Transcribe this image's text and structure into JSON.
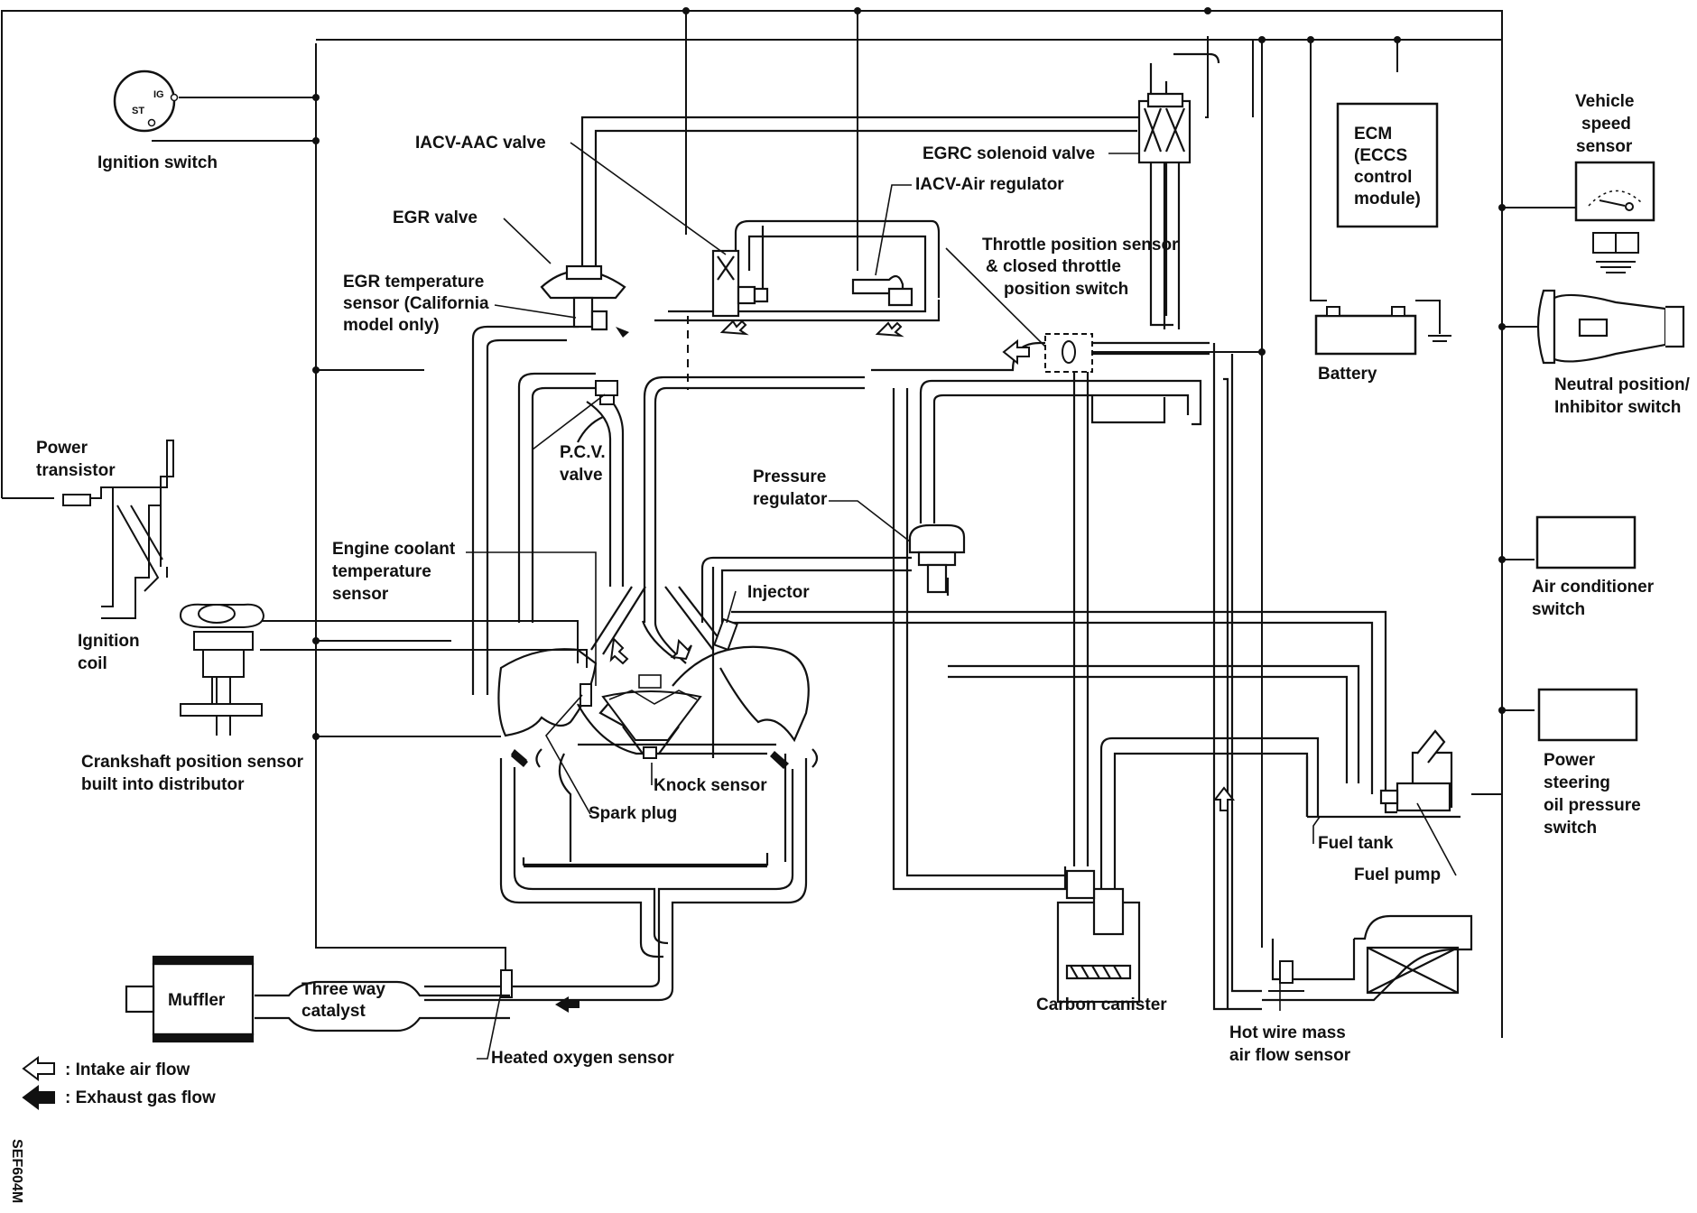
{
  "figure_code": "SEF604M",
  "components": {
    "ignition_switch": {
      "label": "Ignition switch",
      "pos_ig": "IG",
      "pos_st": "ST"
    },
    "iacv_aac_valve": {
      "label": "IACV-AAC valve"
    },
    "egrc_solenoid_valve": {
      "label": "EGRC solenoid valve"
    },
    "ecm": {
      "lines": [
        "ECM",
        "(ECCS",
        "control",
        "module)"
      ]
    },
    "vehicle_speed_sensor": {
      "lines": [
        "Vehicle",
        "speed",
        "sensor"
      ]
    },
    "iacv_air_regulator": {
      "label": "IACV-Air regulator"
    },
    "egr_valve": {
      "label": "EGR valve"
    },
    "throttle_position_sensor": {
      "lines": [
        "Throttle position sensor",
        "& closed throttle",
        "position switch"
      ]
    },
    "egr_temperature_sensor": {
      "lines": [
        "EGR temperature",
        "sensor (California",
        "model only)"
      ]
    },
    "battery": {
      "label": "Battery"
    },
    "neutral_position_switch": {
      "lines": [
        "Neutral position/",
        "Inhibitor switch"
      ]
    },
    "power_transistor": {
      "lines": [
        "Power",
        "transistor"
      ]
    },
    "pcv_valve": {
      "lines": [
        "P.C.V.",
        "valve"
      ]
    },
    "pressure_regulator": {
      "lines": [
        "Pressure",
        "regulator"
      ]
    },
    "engine_coolant_sensor": {
      "lines": [
        "Engine coolant",
        "temperature",
        "sensor"
      ]
    },
    "injector": {
      "label": "Injector"
    },
    "air_conditioner_switch": {
      "lines": [
        "Air conditioner",
        "switch"
      ]
    },
    "ignition_coil": {
      "lines": [
        "Ignition",
        "coil"
      ]
    },
    "power_steering_switch": {
      "lines": [
        "Power",
        "steering",
        "oil pressure",
        "switch"
      ]
    },
    "crankshaft_position_sensor": {
      "lines": [
        "Crankshaft position sensor",
        "built into distributor"
      ]
    },
    "knock_sensor": {
      "label": "Knock sensor"
    },
    "spark_plug": {
      "label": "Spark plug"
    },
    "fuel_tank": {
      "label": "Fuel tank"
    },
    "fuel_pump": {
      "label": "Fuel pump"
    },
    "muffler": {
      "label": "Muffler"
    },
    "three_way_catalyst": {
      "lines": [
        "Three way",
        "catalyst"
      ]
    },
    "carbon_canister": {
      "label": "Carbon canister"
    },
    "hot_wire_maf_sensor": {
      "lines": [
        "Hot wire mass",
        "air flow sensor"
      ]
    },
    "heated_oxygen_sensor": {
      "label": "Heated oxygen sensor"
    }
  },
  "legend": {
    "intake": {
      "label": ":  Intake air flow"
    },
    "exhaust": {
      "label": ":  Exhaust gas flow"
    }
  }
}
